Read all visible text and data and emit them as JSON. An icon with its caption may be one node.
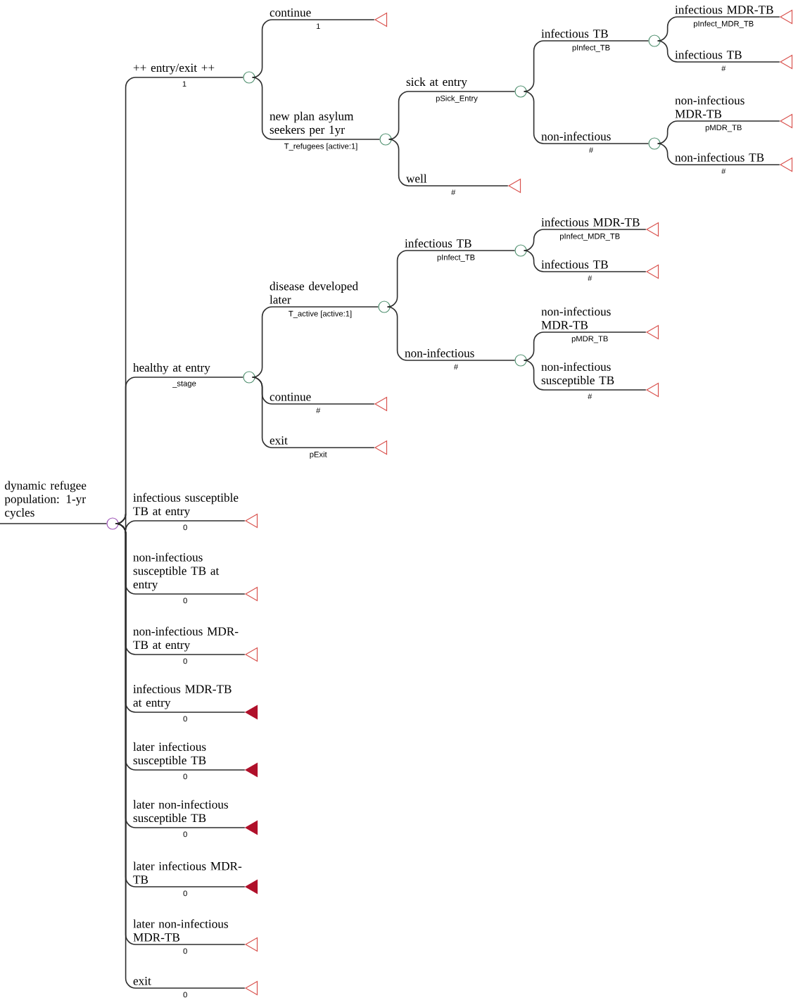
{
  "diagram": {
    "nodes": [
      {
        "text": [],
        "shape": "circle"
      },
      {
        "text": [],
        "shape": "circle"
      },
      {
        "text": [],
        "shape": "triangle"
      },
      {
        "text": [],
        "shape": "circle"
      },
      {
        "text": [],
        "shape": "circle"
      },
      {
        "text": [],
        "shape": "circle"
      },
      {
        "text": [],
        "shape": "triangle"
      },
      {
        "text": [],
        "shape": "triangle"
      },
      {
        "text": [],
        "shape": "circle"
      },
      {
        "text": [],
        "shape": "triangle"
      },
      {
        "text": [],
        "shape": "triangle"
      },
      {
        "text": [],
        "shape": "triangle"
      },
      {
        "text": [],
        "shape": "circle"
      },
      {
        "text": [],
        "shape": "circle"
      },
      {
        "text": [],
        "shape": "circle"
      },
      {
        "text": [],
        "shape": "triangle"
      },
      {
        "text": [],
        "shape": "triangle"
      },
      {
        "text": [],
        "shape": "circle"
      },
      {
        "text": [],
        "shape": "triangle"
      },
      {
        "text": [],
        "shape": "triangle"
      },
      {
        "text": [],
        "shape": "triangle"
      },
      {
        "text": [],
        "shape": "triangle"
      },
      {
        "text": [],
        "shape": "triangle"
      },
      {
        "text": [],
        "shape": "triangle"
      },
      {
        "text": [],
        "shape": "triangle"
      },
      {
        "text": [],
        "shape": "solid-triangle"
      },
      {
        "text": [],
        "shape": "solid-triangle"
      },
      {
        "text": [],
        "shape": "solid-triangle"
      },
      {
        "text": [],
        "shape": "solid-triangle"
      },
      {
        "text": [],
        "shape": "triangle"
      },
      {
        "text": [],
        "shape": "triangle"
      }
    ],
    "edges": [
      {
        "from": null,
        "to": 0,
        "arrow": "none",
        "label": "dynamic refugee population: 1-yr cycles"
      },
      {
        "from": 0,
        "to": 1,
        "arrow": "none",
        "label": "++ entry/exit ++"
      },
      {
        "from": 1,
        "to": 2,
        "arrow": "none",
        "label": "continue"
      },
      {
        "from": 1,
        "to": 3,
        "arrow": "none",
        "label": "new plan asylum seekers per 1yr"
      },
      {
        "from": 3,
        "to": 4,
        "arrow": "none",
        "label": "sick at entry"
      },
      {
        "from": 4,
        "to": 5,
        "arrow": "none",
        "label": "infectious TB"
      },
      {
        "from": 5,
        "to": 6,
        "arrow": "none",
        "label": "infectious MDR-TB"
      },
      {
        "from": 5,
        "to": 7,
        "arrow": "none",
        "label": "infectious TB"
      },
      {
        "from": 4,
        "to": 8,
        "arrow": "none",
        "label": "non-infectious"
      },
      {
        "from": 8,
        "to": 9,
        "arrow": "none",
        "label": "non-infectious MDR-TB"
      },
      {
        "from": 8,
        "to": 10,
        "arrow": "none",
        "label": "non-infectious TB"
      },
      {
        "from": 3,
        "to": 11,
        "arrow": "none",
        "label": "well"
      },
      {
        "from": 0,
        "to": 12,
        "arrow": "none",
        "label": "healthy at entry"
      },
      {
        "from": 12,
        "to": 13,
        "arrow": "none",
        "label": "disease developed later"
      },
      {
        "from": 13,
        "to": 14,
        "arrow": "none",
        "label": "infectious TB"
      },
      {
        "from": 14,
        "to": 15,
        "arrow": "none",
        "label": "infectious MDR-TB"
      },
      {
        "from": 14,
        "to": 16,
        "arrow": "none",
        "label": "infectious TB"
      },
      {
        "from": 13,
        "to": 17,
        "arrow": "none",
        "label": "non-infectious"
      },
      {
        "from": 17,
        "to": 18,
        "arrow": "none",
        "label": "non-infectious MDR-TB"
      },
      {
        "from": 17,
        "to": 19,
        "arrow": "none",
        "label": "non-infectious susceptible TB"
      },
      {
        "from": 12,
        "to": 20,
        "arrow": "none",
        "label": "continue"
      },
      {
        "from": 12,
        "to": 21,
        "arrow": "none",
        "label": "exit"
      },
      {
        "from": 0,
        "to": 22,
        "arrow": "none",
        "label": "infectious susceptible TB at entry"
      },
      {
        "from": 0,
        "to": 23,
        "arrow": "none",
        "label": "non-infectious susceptible TB at entry"
      },
      {
        "from": 0,
        "to": 24,
        "arrow": "none",
        "label": "non-infectious MDR-TB at entry"
      },
      {
        "from": 0,
        "to": 25,
        "arrow": "none",
        "label": "infectious MDR-TB at entry"
      },
      {
        "from": 0,
        "to": 26,
        "arrow": "none",
        "label": "later infectious susceptible TB"
      },
      {
        "from": 0,
        "to": 27,
        "arrow": "none",
        "label": "later non-infectious susceptible TB"
      },
      {
        "from": 0,
        "to": 28,
        "arrow": "none",
        "label": "later infectious MDR-TB"
      },
      {
        "from": 0,
        "to": 29,
        "arrow": "none",
        "label": "later non-infectious MDR-TB"
      },
      {
        "from": 0,
        "to": 30,
        "arrow": "none",
        "label": "exit"
      }
    ],
    "labels": [
      "1",
      "1",
      "T_refugees [active:1]",
      "pSick_Entry",
      "pInfect_TB",
      "pInfect_MDR_TB",
      "#",
      "#",
      "pMDR_TB",
      "#",
      "#",
      "_stage",
      "T_active [active:1]",
      "pInfect_TB",
      "pInfect_MDR_TB",
      "#",
      "#",
      "pMDR_TB",
      "#",
      "#",
      "pExit",
      "0",
      "0",
      "0",
      "0",
      "0",
      "0",
      "0",
      "0",
      "0"
    ]
  }
}
